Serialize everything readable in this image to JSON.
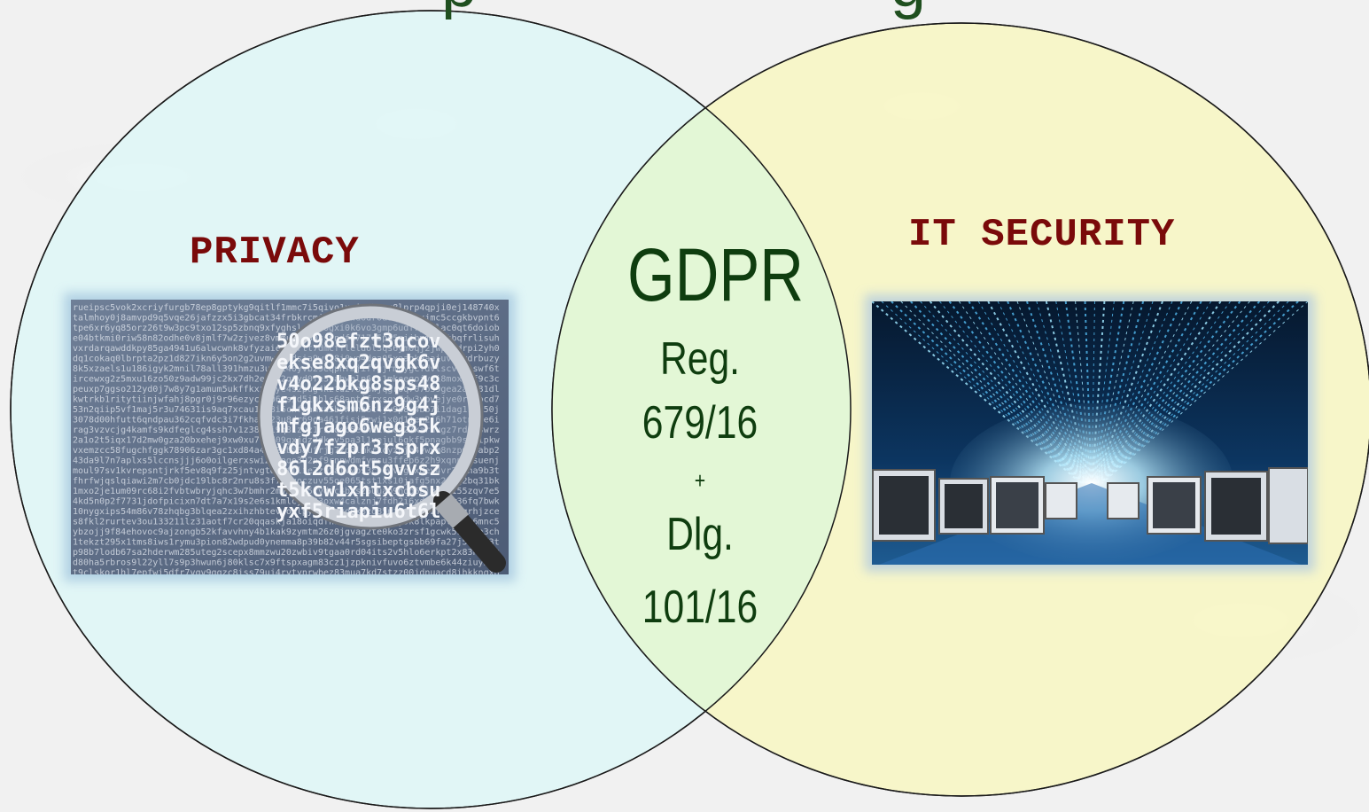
{
  "diagram": {
    "left_circle": {
      "title": "PRIVACY",
      "fill": "#dff6f6",
      "image_icon": "magnifier-over-password-text-image"
    },
    "right_circle": {
      "title": "IT SECURITY",
      "fill": "#f7f6c6",
      "image_icon": "data-streams-between-computers-image"
    },
    "overlap": {
      "fill": "#e3f7d6",
      "lines": [
        "GDPR",
        "Reg.",
        "679/16",
        "+",
        "Dlg.",
        "101/16"
      ]
    }
  },
  "colors": {
    "title_text": "#7a0a0a",
    "center_text": "#0f3d0f",
    "background": "#f1f1f1"
  }
}
